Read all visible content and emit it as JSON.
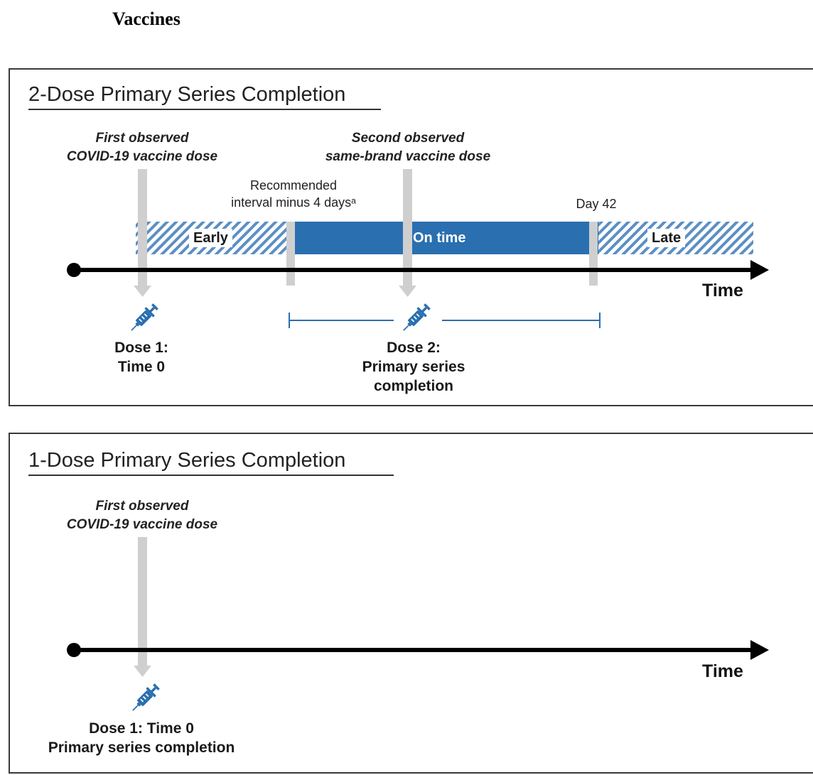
{
  "heading": "Vaccines",
  "two_dose": {
    "title": "2-Dose Primary Series Completion",
    "first_observed": "First observed",
    "first_observed_sub": "COVID-19 vaccine dose",
    "second_observed": "Second observed",
    "second_observed_sub": "same-brand vaccine dose",
    "recommended": "Recommended",
    "recommended_sub": "interval minus 4 daysᵃ",
    "day42": "Day 42",
    "early": "Early",
    "on_time": "On time",
    "late": "Late",
    "time": "Time",
    "dose1_line1": "Dose 1:",
    "dose1_line2": "Time 0",
    "dose2_line1": "Dose 2:",
    "dose2_line2": "Primary series",
    "dose2_line3": "completion"
  },
  "one_dose": {
    "title": "1-Dose Primary Series Completion",
    "first_observed": "First observed",
    "first_observed_sub": "COVID-19 vaccine dose",
    "time": "Time",
    "dose1_line1": "Dose 1: Time 0",
    "dose1_line2": "Primary series completion"
  },
  "colors": {
    "on_time_fill": "#2a6fb0",
    "hatch": "#5b8fc4",
    "syringe": "#2a6fb0",
    "marker": "#cfcfcf",
    "axis": "#000000"
  },
  "icons": [
    "syringe-icon",
    "arrow-down-icon",
    "arrow-right-icon"
  ]
}
